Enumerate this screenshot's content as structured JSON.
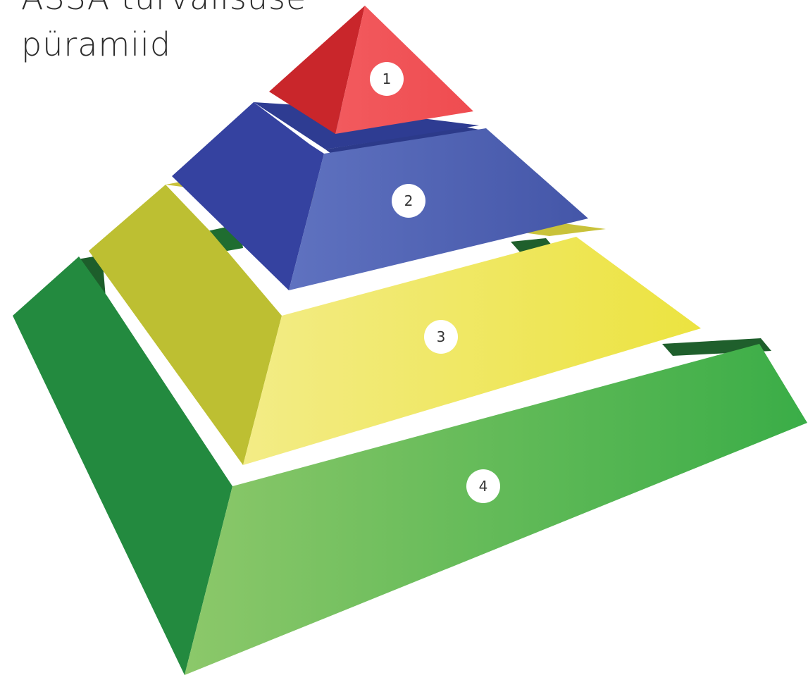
{
  "title": {
    "line1": "ASSA turvalisuse",
    "line2": "püramiid"
  },
  "levels": [
    {
      "label": "1",
      "color": "#e8383d"
    },
    {
      "label": "2",
      "color": "#3d4ea6"
    },
    {
      "label": "3",
      "color": "#ece64e"
    },
    {
      "label": "4",
      "color": "#6cbb46"
    }
  ]
}
